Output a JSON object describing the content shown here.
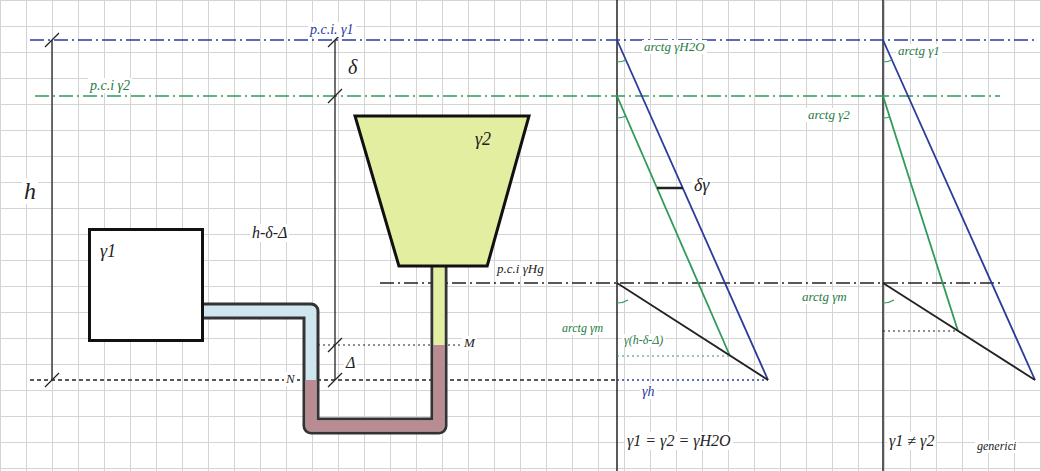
{
  "diagram": {
    "nodes": [
      {
        "text": [
          "γ1"
        ]
      },
      {
        "text": [
          "γ2"
        ]
      }
    ],
    "edges": [
      {
        "from": 0,
        "to": 1,
        "arrow": "none"
      }
    ],
    "labels": [
      "p.c.i. γ1",
      "p.c.i γ2",
      "h",
      "δ",
      "h-δ-Δ",
      "Δ",
      "M",
      "N",
      "p.c.i γHg",
      "arctg γH2O",
      "δγ",
      "arctg γm",
      "γ(h-δ-Δ)",
      "γh",
      "γ1 = γ2 = γH2O",
      "arctg γ1",
      "arctg γ2",
      "arctg γm",
      "γ1 ≠ γ2",
      "generici"
    ]
  }
}
